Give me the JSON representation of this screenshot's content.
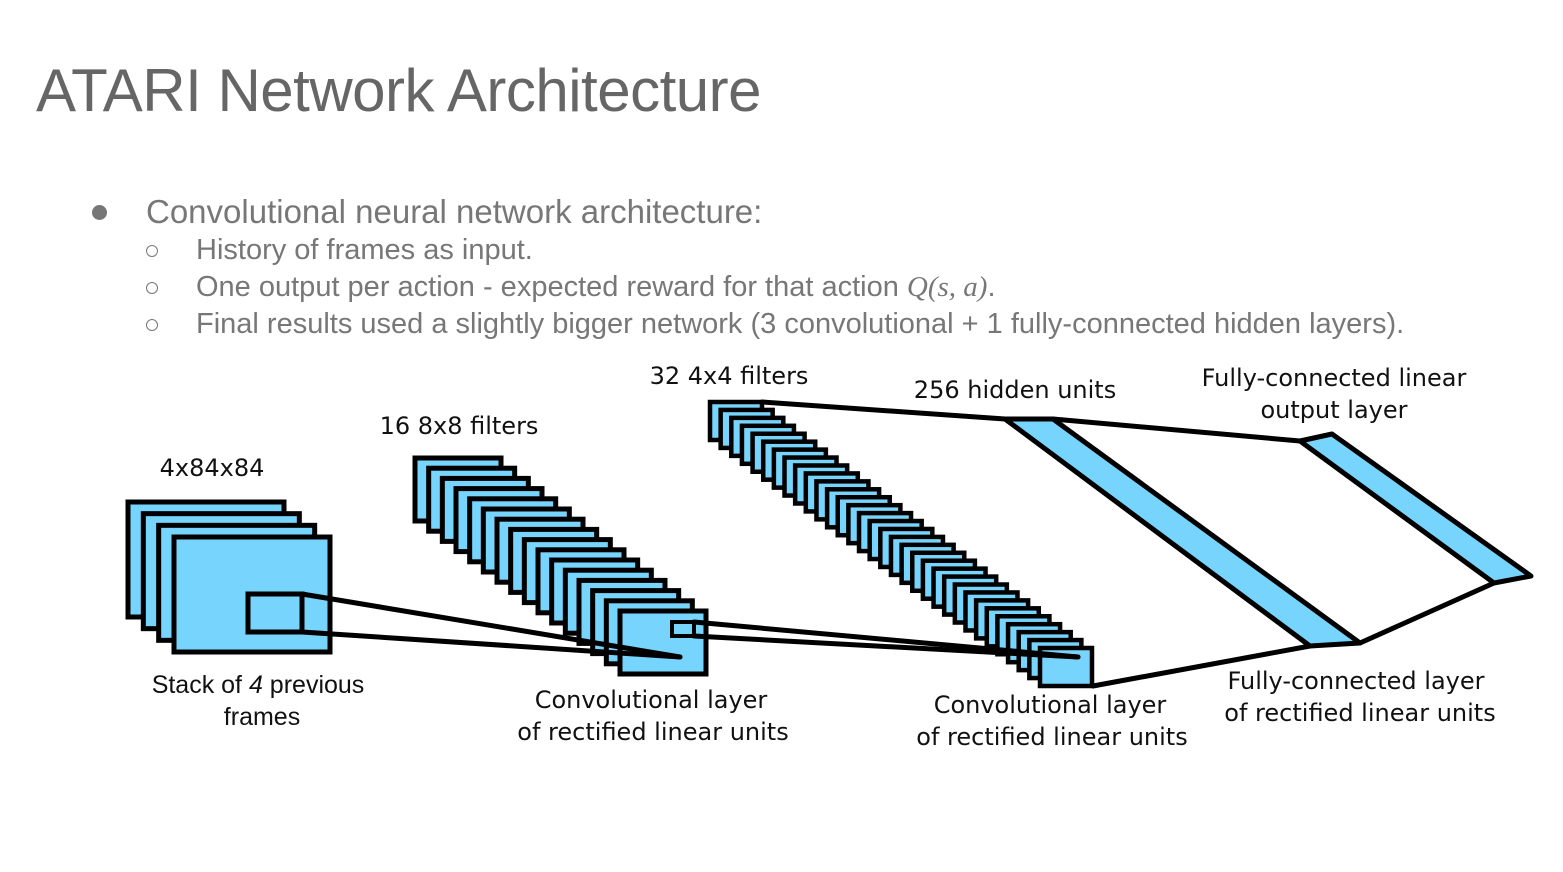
{
  "slide": {
    "title": "ATARI Network Architecture",
    "bullets": [
      {
        "text": "Convolutional neural network architecture:",
        "sub": [
          {
            "text": "History of frames as input.",
            "math": ""
          },
          {
            "text": "One output per action - expected reward for that action ",
            "math": "Q(s, a)",
            "suffix": "."
          },
          {
            "text": "Final results used a slightly bigger network (3 convolutional + 1 fully-connected hidden layers).",
            "math": ""
          }
        ]
      }
    ]
  },
  "diagram": {
    "colors": {
      "fill": "#77D4FC",
      "stroke": "#000000"
    },
    "layers": [
      {
        "id": "input",
        "count": 4,
        "top_label": "4x84x84",
        "bottom_label": [
          "Stack of ",
          "4",
          " previous",
          "frames"
        ]
      },
      {
        "id": "conv1",
        "count": 16,
        "top_label": "16 8x8 filters",
        "bottom_label": [
          "Convolutional layer",
          "of rectified linear units"
        ]
      },
      {
        "id": "conv2",
        "count": 32,
        "top_label": "32 4x4 filters",
        "bottom_label": [
          "Convolutional layer",
          "of rectified linear units"
        ]
      },
      {
        "id": "hidden",
        "units": 256,
        "top_label": "256 hidden units",
        "bottom_label": [
          "Fully-connected layer",
          "of rectified linear units"
        ]
      },
      {
        "id": "output",
        "top_label": [
          "Fully-connected linear",
          "output layer"
        ]
      }
    ]
  }
}
